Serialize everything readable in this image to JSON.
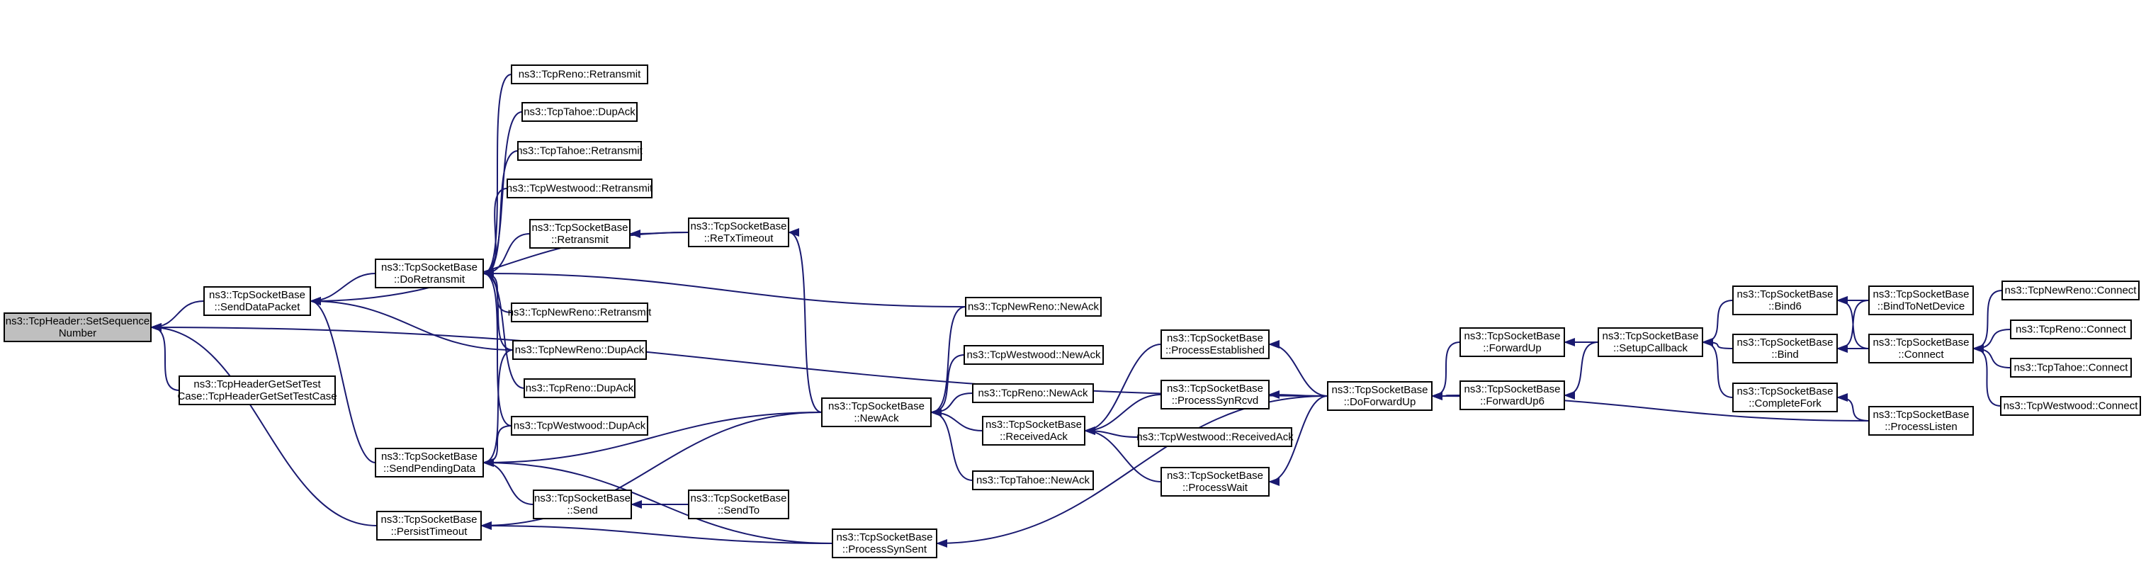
{
  "colors": {
    "edge": "#191970",
    "root_fill": "#bfbfbf",
    "node_fill": "#ffffff",
    "border": "#000000"
  },
  "nodes": [
    {
      "id": "n0",
      "lines": [
        "ns3::TcpHeader::SetSequence",
        "Number"
      ]
    },
    {
      "id": "n1",
      "lines": [
        "ns3::TcpSocketBase",
        "::SendDataPacket"
      ]
    },
    {
      "id": "n2",
      "lines": [
        "ns3::TcpHeaderGetSetTest",
        "Case::TcpHeaderGetSetTestCase"
      ]
    },
    {
      "id": "n3",
      "lines": [
        "ns3::TcpSocketBase",
        "::PersistTimeout"
      ]
    },
    {
      "id": "n4",
      "lines": [
        "ns3::TcpSocketBase",
        "::DoRetransmit"
      ]
    },
    {
      "id": "n5",
      "lines": [
        "ns3::TcpSocketBase",
        "::SendPendingData"
      ]
    },
    {
      "id": "n6",
      "lines": [
        "ns3::TcpReno::Retransmit"
      ]
    },
    {
      "id": "n7",
      "lines": [
        "ns3::TcpTahoe::DupAck"
      ]
    },
    {
      "id": "n8",
      "lines": [
        "ns3::TcpTahoe::Retransmit"
      ]
    },
    {
      "id": "n9",
      "lines": [
        "ns3::TcpWestwood::Retransmit"
      ]
    },
    {
      "id": "n10",
      "lines": [
        "ns3::TcpSocketBase",
        "::Retransmit"
      ]
    },
    {
      "id": "n11",
      "lines": [
        "ns3::TcpNewReno::Retransmit"
      ]
    },
    {
      "id": "n12",
      "lines": [
        "ns3::TcpNewReno::DupAck"
      ]
    },
    {
      "id": "n13",
      "lines": [
        "ns3::TcpReno::DupAck"
      ]
    },
    {
      "id": "n14",
      "lines": [
        "ns3::TcpWestwood::DupAck"
      ]
    },
    {
      "id": "n15",
      "lines": [
        "ns3::TcpSocketBase",
        "::Send"
      ]
    },
    {
      "id": "n16",
      "lines": [
        "ns3::TcpSocketBase",
        "::ReTxTimeout"
      ]
    },
    {
      "id": "n17",
      "lines": [
        "ns3::TcpSocketBase",
        "::NewAck"
      ]
    },
    {
      "id": "n18",
      "lines": [
        "ns3::TcpSocketBase",
        "::SendTo"
      ]
    },
    {
      "id": "n19",
      "lines": [
        "ns3::TcpSocketBase",
        "::ProcessSynSent"
      ]
    },
    {
      "id": "n20",
      "lines": [
        "ns3::TcpNewReno::NewAck"
      ]
    },
    {
      "id": "n21",
      "lines": [
        "ns3::TcpWestwood::NewAck"
      ]
    },
    {
      "id": "n22",
      "lines": [
        "ns3::TcpReno::NewAck"
      ]
    },
    {
      "id": "n23",
      "lines": [
        "ns3::TcpSocketBase",
        "::ReceivedAck"
      ]
    },
    {
      "id": "n24",
      "lines": [
        "ns3::TcpTahoe::NewAck"
      ]
    },
    {
      "id": "n25",
      "lines": [
        "ns3::TcpSocketBase",
        "::ProcessEstablished"
      ]
    },
    {
      "id": "n26",
      "lines": [
        "ns3::TcpSocketBase",
        "::ProcessSynRcvd"
      ]
    },
    {
      "id": "n27",
      "lines": [
        "ns3::TcpWestwood::ReceivedAck"
      ]
    },
    {
      "id": "n28",
      "lines": [
        "ns3::TcpSocketBase",
        "::ProcessWait"
      ]
    },
    {
      "id": "n29",
      "lines": [
        "ns3::TcpSocketBase",
        "::DoForwardUp"
      ]
    },
    {
      "id": "n30",
      "lines": [
        "ns3::TcpSocketBase",
        "::ForwardUp"
      ]
    },
    {
      "id": "n31",
      "lines": [
        "ns3::TcpSocketBase",
        "::ForwardUp6"
      ]
    },
    {
      "id": "n32",
      "lines": [
        "ns3::TcpSocketBase",
        "::SetupCallback"
      ]
    },
    {
      "id": "n33",
      "lines": [
        "ns3::TcpSocketBase",
        "::Bind6"
      ]
    },
    {
      "id": "n34",
      "lines": [
        "ns3::TcpSocketBase",
        "::Bind"
      ]
    },
    {
      "id": "n35",
      "lines": [
        "ns3::TcpSocketBase",
        "::CompleteFork"
      ]
    },
    {
      "id": "n36",
      "lines": [
        "ns3::TcpSocketBase",
        "::BindToNetDevice"
      ]
    },
    {
      "id": "n37",
      "lines": [
        "ns3::TcpSocketBase",
        "::Connect"
      ]
    },
    {
      "id": "n38",
      "lines": [
        "ns3::TcpSocketBase",
        "::ProcessListen"
      ]
    },
    {
      "id": "n39",
      "lines": [
        "ns3::TcpNewReno::Connect"
      ]
    },
    {
      "id": "n40",
      "lines": [
        "ns3::TcpReno::Connect"
      ]
    },
    {
      "id": "n41",
      "lines": [
        "ns3::TcpTahoe::Connect"
      ]
    },
    {
      "id": "n42",
      "lines": [
        "ns3::TcpWestwood::Connect"
      ]
    }
  ],
  "edges": [
    {
      "from": "n1",
      "to": "n0"
    },
    {
      "from": "n2",
      "to": "n0"
    },
    {
      "from": "n3",
      "to": "n0"
    },
    {
      "from": "n29",
      "to": "n0"
    },
    {
      "from": "n4",
      "to": "n1"
    },
    {
      "from": "n5",
      "to": "n1"
    },
    {
      "from": "n12",
      "to": "n1"
    },
    {
      "from": "n16",
      "to": "n1"
    },
    {
      "from": "n6",
      "to": "n4"
    },
    {
      "from": "n7",
      "to": "n4"
    },
    {
      "from": "n8",
      "to": "n4"
    },
    {
      "from": "n9",
      "to": "n4"
    },
    {
      "from": "n10",
      "to": "n4"
    },
    {
      "from": "n11",
      "to": "n4"
    },
    {
      "from": "n20",
      "to": "n4"
    },
    {
      "from": "n12",
      "to": "n4"
    },
    {
      "from": "n13",
      "to": "n4"
    },
    {
      "from": "n14",
      "to": "n4"
    },
    {
      "from": "n12",
      "to": "n5"
    },
    {
      "from": "n14",
      "to": "n5"
    },
    {
      "from": "n17",
      "to": "n5"
    },
    {
      "from": "n15",
      "to": "n5"
    },
    {
      "from": "n19",
      "to": "n5"
    },
    {
      "from": "n16",
      "to": "n10"
    },
    {
      "from": "n17",
      "to": "n16"
    },
    {
      "from": "n18",
      "to": "n15"
    },
    {
      "from": "n17",
      "to": "n3"
    },
    {
      "from": "n20",
      "to": "n17"
    },
    {
      "from": "n21",
      "to": "n17"
    },
    {
      "from": "n22",
      "to": "n17"
    },
    {
      "from": "n23",
      "to": "n17"
    },
    {
      "from": "n24",
      "to": "n17"
    },
    {
      "from": "n25",
      "to": "n23"
    },
    {
      "from": "n26",
      "to": "n23"
    },
    {
      "from": "n27",
      "to": "n23"
    },
    {
      "from": "n28",
      "to": "n23"
    },
    {
      "from": "n29",
      "to": "n25"
    },
    {
      "from": "n29",
      "to": "n26"
    },
    {
      "from": "n29",
      "to": "n28"
    },
    {
      "from": "n29",
      "to": "n19"
    },
    {
      "from": "n19",
      "to": "n3"
    },
    {
      "from": "n30",
      "to": "n29"
    },
    {
      "from": "n31",
      "to": "n29"
    },
    {
      "from": "n38",
      "to": "n29"
    },
    {
      "from": "n32",
      "to": "n30"
    },
    {
      "from": "n32",
      "to": "n31"
    },
    {
      "from": "n33",
      "to": "n32"
    },
    {
      "from": "n34",
      "to": "n32"
    },
    {
      "from": "n35",
      "to": "n32"
    },
    {
      "from": "n36",
      "to": "n33"
    },
    {
      "from": "n37",
      "to": "n33"
    },
    {
      "from": "n36",
      "to": "n34"
    },
    {
      "from": "n37",
      "to": "n34"
    },
    {
      "from": "n38",
      "to": "n35"
    },
    {
      "from": "n39",
      "to": "n37"
    },
    {
      "from": "n40",
      "to": "n37"
    },
    {
      "from": "n41",
      "to": "n37"
    },
    {
      "from": "n42",
      "to": "n37"
    }
  ]
}
